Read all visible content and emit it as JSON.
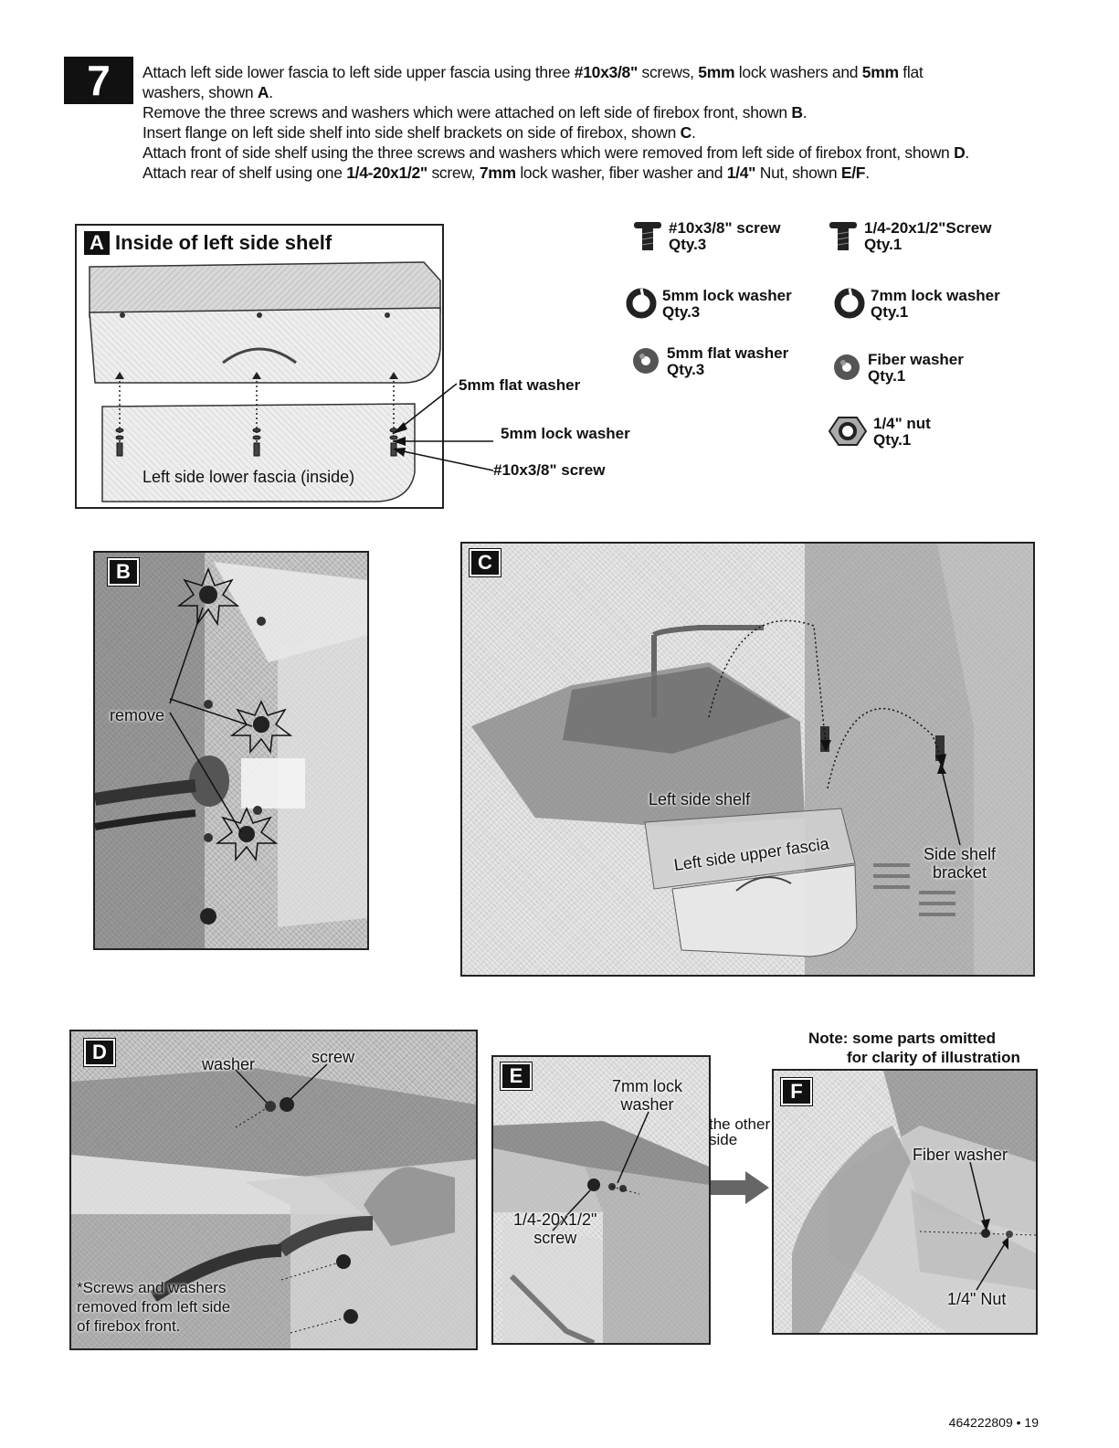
{
  "step": {
    "number": "7"
  },
  "instructions": {
    "line1": {
      "t1": "Attach left side lower fascia to left side upper fascia using three ",
      "b1": "#10x3/8\"",
      "t2": " screws, ",
      "b2": "5mm",
      "t3": " lock washers and ",
      "b3": "5mm",
      "t4": " flat"
    },
    "line2": {
      "t1": "washers, shown ",
      "b1": "A",
      "t2": "."
    },
    "line3": {
      "t1": "Remove the three screws and washers which were attached on left side of firebox front, shown ",
      "b1": "B",
      "t2": "."
    },
    "line4": {
      "t1": "Insert flange on left side shelf into side shelf brackets on side of firebox, shown ",
      "b1": "C",
      "t2": "."
    },
    "line5": {
      "t1": "Attach front of side shelf using the three screws and washers which were removed from left side of firebox front, shown ",
      "b1": "D",
      "t2": "."
    },
    "line6": {
      "t1": "Attach rear of shelf using one ",
      "b1": "1/4-20x1/2\"",
      "t2": " screw, ",
      "b2": "7mm",
      "t3": " lock washer, fiber washer and ",
      "b3": "1/4\"",
      "t4": " Nut, shown ",
      "b4": "E/F",
      "t5": "."
    }
  },
  "panel_a": {
    "letter": "A",
    "title": "Inside of left side shelf",
    "fascia_label": "Left side lower fascia (inside)",
    "callouts": {
      "flat_washer": "5mm flat washer",
      "lock_washer": "5mm lock washer",
      "screw": "#10x3/8\" screw"
    }
  },
  "parts": [
    {
      "icon": "screw-icon",
      "name": "#10x3/8\" screw",
      "qty": "Qty.3"
    },
    {
      "icon": "screw-icon",
      "name": "1/4-20x1/2\"Screw",
      "qty": "Qty.1"
    },
    {
      "icon": "lock-washer-icon",
      "name": "5mm lock washer",
      "qty": "Qty.3"
    },
    {
      "icon": "lock-washer-icon",
      "name": "7mm lock washer",
      "qty": "Qty.1"
    },
    {
      "icon": "flat-washer-icon",
      "name": "5mm flat washer",
      "qty": "Qty.3"
    },
    {
      "icon": "flat-washer-icon",
      "name": "Fiber washer",
      "qty": "Qty.1"
    },
    {
      "icon": "nut-icon",
      "name": "1/4\" nut",
      "qty": "Qty.1"
    }
  ],
  "panel_b": {
    "letter": "B",
    "label": "remove"
  },
  "panel_c": {
    "letter": "C",
    "shelf": "Left side shelf",
    "upper_fascia": "Left side upper fascia",
    "bracket_line1": "Side shelf",
    "bracket_line2": "bracket"
  },
  "panel_d": {
    "letter": "D",
    "washer": "washer",
    "screw": "screw",
    "note1": "*Screws and washers",
    "note2": "removed from left side",
    "note3": "of firebox front."
  },
  "panel_e": {
    "letter": "E",
    "lock1": "7mm lock",
    "lock2": "washer",
    "screw1": "1/4-20x1/2\"",
    "screw2": "screw",
    "other1": "the other",
    "other2": "side"
  },
  "note": {
    "line1": "Note: some parts omitted",
    "line2": "for clarity of illustration"
  },
  "panel_f": {
    "letter": "F",
    "fiber": "Fiber washer",
    "nut": "1/4\" Nut"
  },
  "footer": {
    "page": "464222809 • 19"
  }
}
